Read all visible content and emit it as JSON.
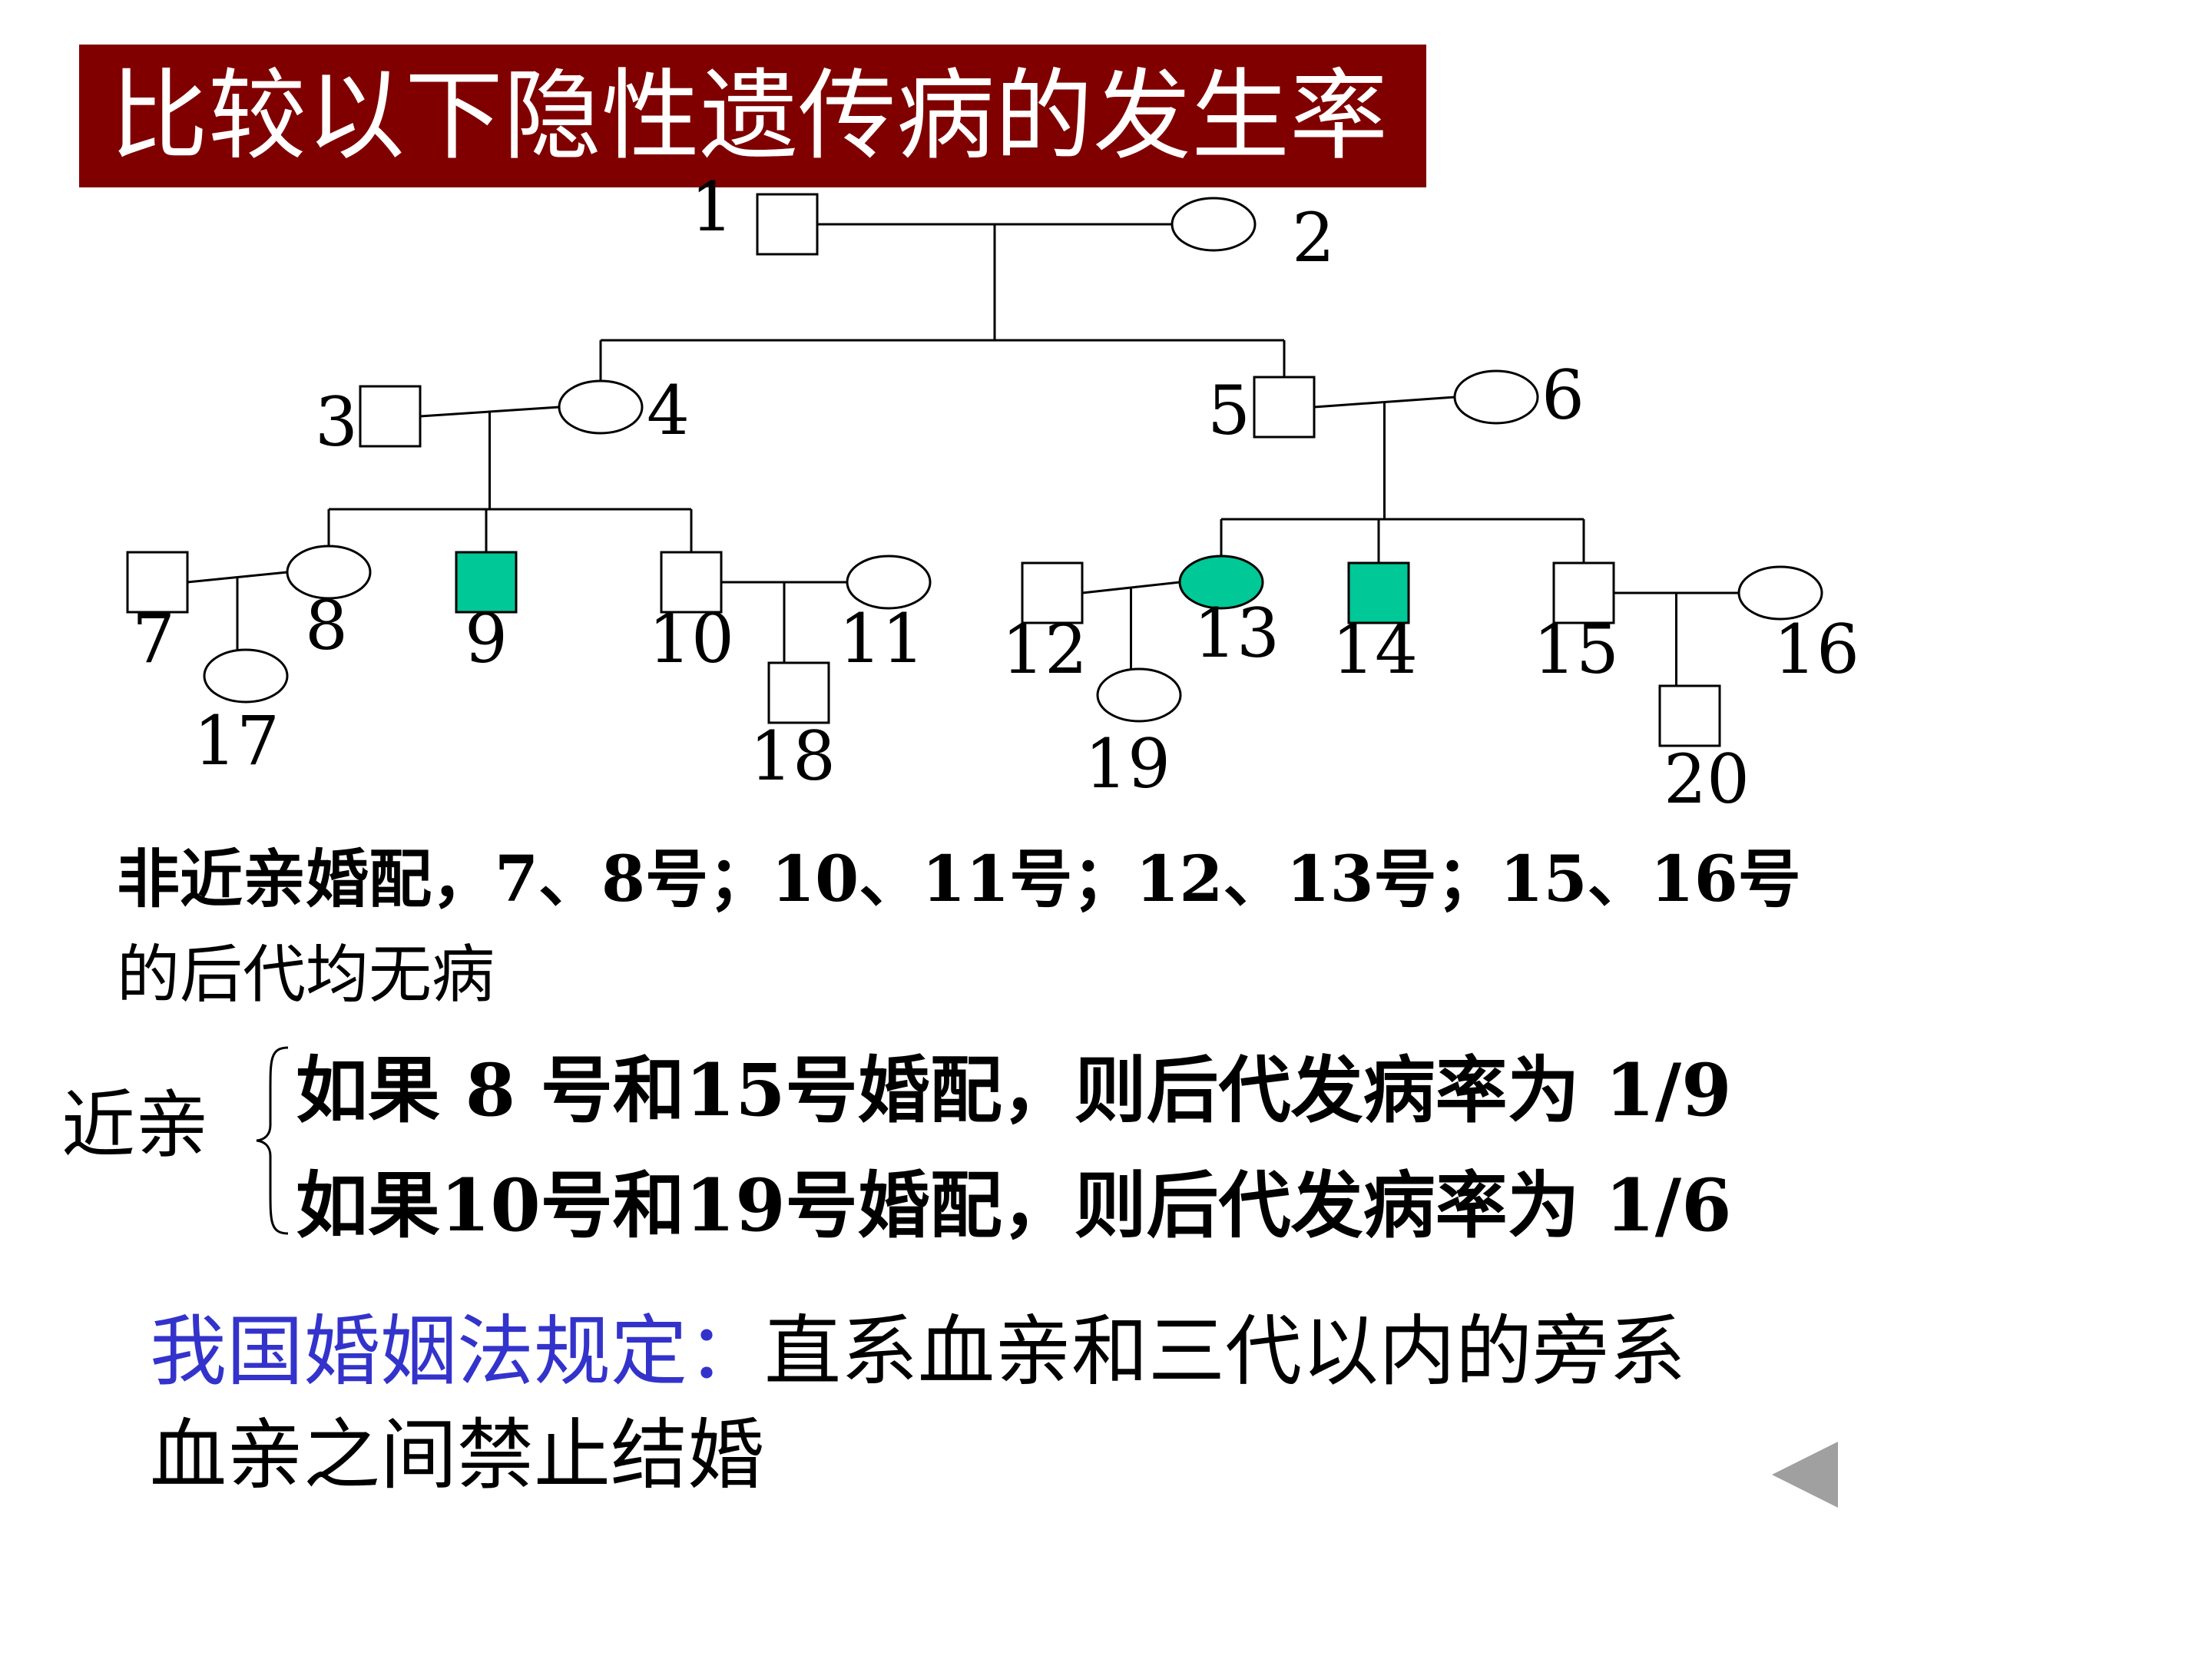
{
  "title": "比较以下隐性遗传病的发生率",
  "colors": {
    "title_bg": "#800000",
    "affected": "#00c896",
    "law_label": "#3333cc",
    "arrow": "#a0a0a0"
  },
  "pedigree": {
    "individuals": [
      {
        "id": "1",
        "label": "1",
        "sex": "male",
        "affected": false
      },
      {
        "id": "2",
        "label": "2",
        "sex": "female",
        "affected": false
      },
      {
        "id": "3",
        "label": "3",
        "sex": "male",
        "affected": false
      },
      {
        "id": "4",
        "label": "4",
        "sex": "female",
        "affected": false
      },
      {
        "id": "5",
        "label": "5",
        "sex": "male",
        "affected": false
      },
      {
        "id": "6",
        "label": "6",
        "sex": "female",
        "affected": false
      },
      {
        "id": "7",
        "label": "7",
        "sex": "male",
        "affected": false
      },
      {
        "id": "8",
        "label": "8",
        "sex": "female",
        "affected": false
      },
      {
        "id": "9",
        "label": "9",
        "sex": "male",
        "affected": true
      },
      {
        "id": "10",
        "label": "10",
        "sex": "male",
        "affected": false
      },
      {
        "id": "11",
        "label": "11",
        "sex": "female",
        "affected": false
      },
      {
        "id": "12",
        "label": "12",
        "sex": "male",
        "affected": false
      },
      {
        "id": "13",
        "label": "13",
        "sex": "female",
        "affected": true
      },
      {
        "id": "14",
        "label": "14",
        "sex": "male",
        "affected": true
      },
      {
        "id": "15",
        "label": "15",
        "sex": "male",
        "affected": false
      },
      {
        "id": "16",
        "label": "16",
        "sex": "female",
        "affected": false
      },
      {
        "id": "17",
        "label": "17",
        "sex": "female",
        "affected": false
      },
      {
        "id": "18",
        "label": "18",
        "sex": "male",
        "affected": false
      },
      {
        "id": "19",
        "label": "19",
        "sex": "female",
        "affected": false
      },
      {
        "id": "20",
        "label": "20",
        "sex": "male",
        "affected": false
      }
    ],
    "couples": [
      [
        "1",
        "2"
      ],
      [
        "3",
        "4"
      ],
      [
        "5",
        "6"
      ],
      [
        "7",
        "8"
      ],
      [
        "10",
        "11"
      ],
      [
        "12",
        "13"
      ],
      [
        "15",
        "16"
      ]
    ],
    "offspring": [
      {
        "parents": [
          "1",
          "2"
        ],
        "children": [
          "4",
          "5"
        ]
      },
      {
        "parents": [
          "3",
          "4"
        ],
        "children": [
          "8",
          "9",
          "10"
        ]
      },
      {
        "parents": [
          "5",
          "6"
        ],
        "children": [
          "13",
          "14",
          "15"
        ]
      },
      {
        "parents": [
          "7",
          "8"
        ],
        "children": [
          "17"
        ]
      },
      {
        "parents": [
          "10",
          "11"
        ],
        "children": [
          "18"
        ]
      },
      {
        "parents": [
          "12",
          "13"
        ],
        "children": [
          "19"
        ]
      },
      {
        "parents": [
          "15",
          "16"
        ],
        "children": [
          "20"
        ]
      }
    ]
  },
  "note": {
    "line1": "非近亲婚配，7、8号；10、11号；12、13号；15、16号",
    "line2": "的后代均无病"
  },
  "consanguineous": {
    "label": "近亲",
    "case1": "如果 8 号和15号婚配，则后代发病率为 1/9",
    "case2": "如果10号和19号婚配，则后代发病率为 1/6"
  },
  "law": {
    "label": "我国婚姻法规定：",
    "text1": "直系血亲和三代以内的旁系",
    "text2": "血亲之间禁止结婚"
  },
  "nav": {
    "back_icon": "triangle-left-icon"
  }
}
